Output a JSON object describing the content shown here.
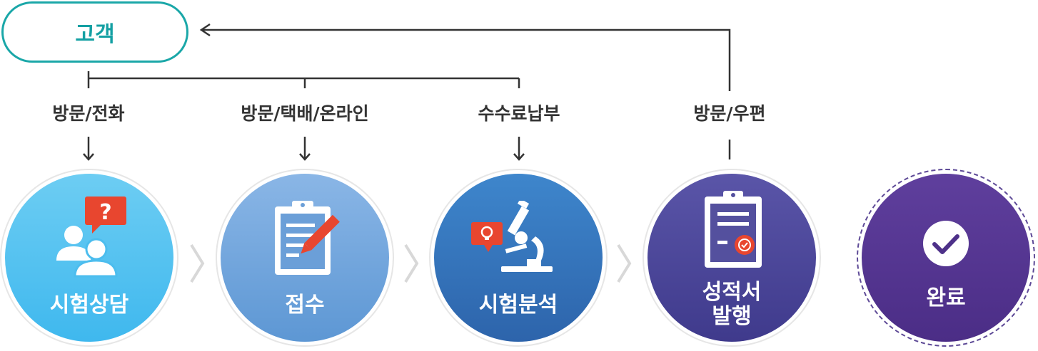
{
  "customer": {
    "label": "고객"
  },
  "labels": {
    "consult_method": "방문/전화",
    "receipt_method": "방문/택배/온라인",
    "fee_payment": "수수료납부",
    "report_method": "방문/우편"
  },
  "steps": [
    {
      "label": "시험상담"
    },
    {
      "label": "접수"
    },
    {
      "label": "시험분석"
    },
    {
      "label_line1": "성적서",
      "label_line2": "발행"
    },
    {
      "label": "완료"
    }
  ],
  "colors": {
    "teal": "#1aa7a8",
    "line": "#333333",
    "accent_red": "#e8462f"
  }
}
